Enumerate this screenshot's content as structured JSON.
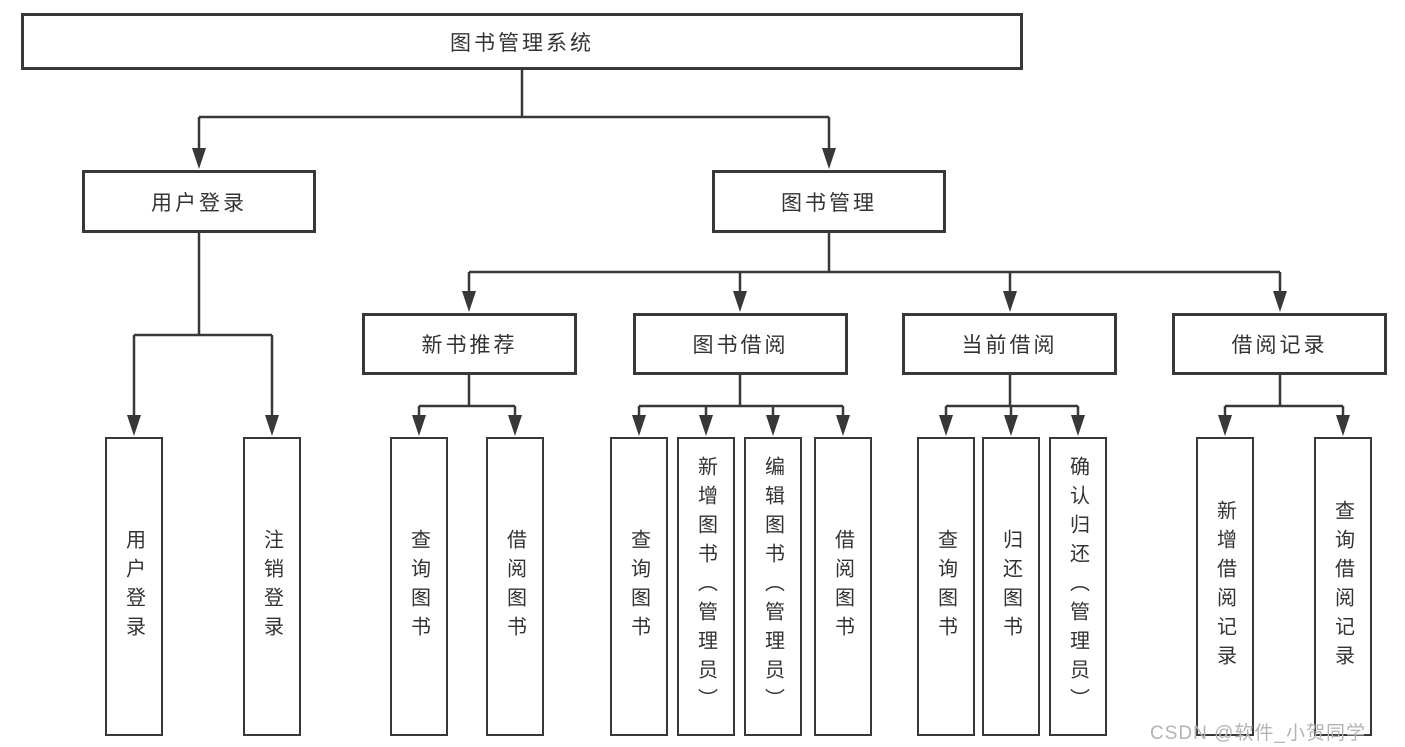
{
  "diagram": {
    "root": {
      "label": "图书管理系统"
    },
    "level1": [
      {
        "key": "user-login",
        "label": "用户登录"
      },
      {
        "key": "book-management",
        "label": "图书管理"
      }
    ],
    "level2": [
      {
        "key": "new-book-recommend",
        "label": "新书推荐",
        "parent": "book-management"
      },
      {
        "key": "book-borrowing",
        "label": "图书借阅",
        "parent": "book-management"
      },
      {
        "key": "current-borrowing",
        "label": "当前借阅",
        "parent": "book-management"
      },
      {
        "key": "borrowing-records",
        "label": "借阅记录",
        "parent": "book-management"
      }
    ],
    "leaves": [
      {
        "key": "user-login",
        "label": "用户登录",
        "parent": "user-login"
      },
      {
        "key": "logout",
        "label": "注销登录",
        "parent": "user-login"
      },
      {
        "key": "query-books",
        "label": "查询图书",
        "parent": "new-book-recommend"
      },
      {
        "key": "borrow-books",
        "label": "借阅图书",
        "parent": "new-book-recommend"
      },
      {
        "key": "query-books",
        "label": "查询图书",
        "parent": "book-borrowing"
      },
      {
        "key": "add-books-admin",
        "label": "新增图书（管理员）",
        "parent": "book-borrowing"
      },
      {
        "key": "edit-books-admin",
        "label": "编辑图书（管理员）",
        "parent": "book-borrowing"
      },
      {
        "key": "borrow-books",
        "label": "借阅图书",
        "parent": "book-borrowing"
      },
      {
        "key": "query-books",
        "label": "查询图书",
        "parent": "current-borrowing"
      },
      {
        "key": "return-books",
        "label": "归还图书",
        "parent": "current-borrowing"
      },
      {
        "key": "confirm-return-admin",
        "label": "确认归还（管理员）",
        "parent": "current-borrowing"
      },
      {
        "key": "add-borrow-record",
        "label": "新增借阅记录",
        "parent": "borrowing-records"
      },
      {
        "key": "query-borrow-record",
        "label": "查询借阅记录",
        "parent": "borrowing-records"
      }
    ]
  },
  "watermark": {
    "text": "CSDN @软件_小贺同学"
  },
  "colors": {
    "line": "#383838",
    "text": "#333333",
    "watermark": "#b3b3b3",
    "background": "#ffffff"
  }
}
